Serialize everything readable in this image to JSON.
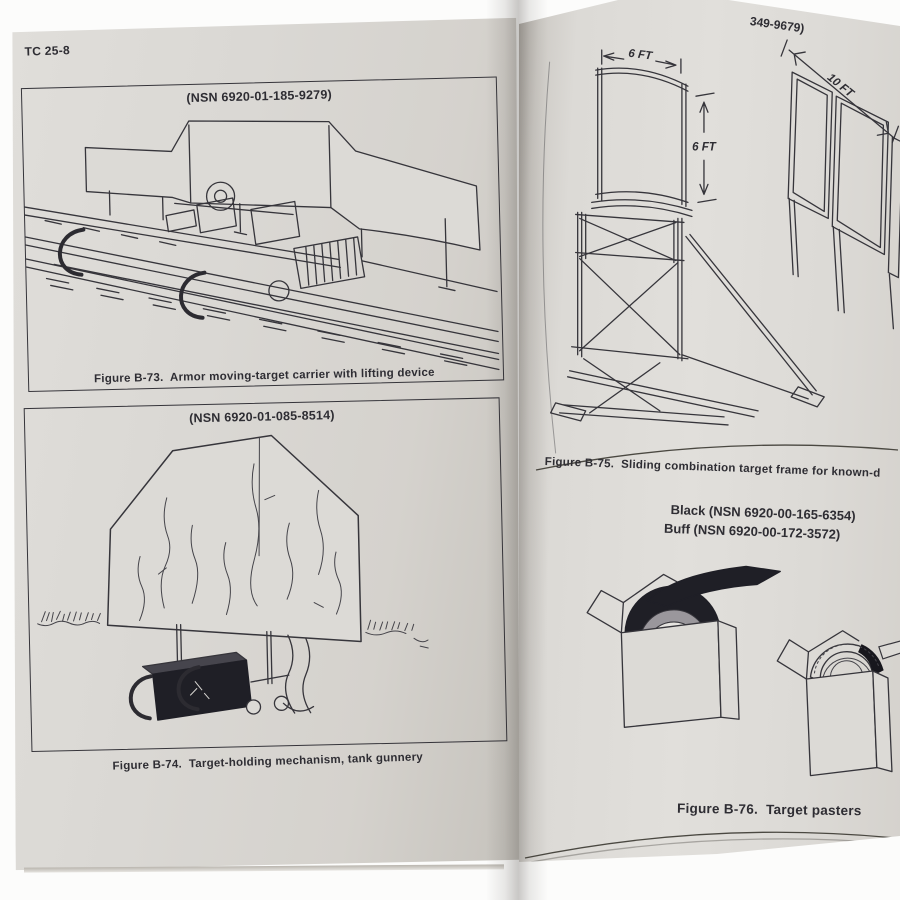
{
  "photo": {
    "background": "#fcfcfb",
    "left_page_color": "#d9d7d3",
    "right_page_color": "#dedcd8",
    "ink_color": "#36353b"
  },
  "left_page": {
    "header": "TC 25-8",
    "figure_b73": {
      "nsn": "(NSN 6920-01-185-9279)",
      "caption": "Figure B-73.  Armor moving-target carrier with lifting device"
    },
    "figure_b74": {
      "nsn": "(NSN 6920-01-085-8514)",
      "caption": "Figure B-74.  Target-holding mechanism, tank gunnery"
    }
  },
  "right_page": {
    "partial_nsn": "349-9679)",
    "figure_b75": {
      "dimensions": {
        "frame_width": "6 FT",
        "frame_height": "6 FT",
        "panel_width": "10 FT"
      },
      "caption": "Figure B-75.  Sliding combination target frame for known-d"
    },
    "figure_b76": {
      "color_options": [
        {
          "label": "Black (NSN 6920-00-165-6354)"
        },
        {
          "label": "Buff (NSN 6920-00-172-3572)"
        }
      ],
      "caption": "Figure B-76.  Target pasters"
    }
  }
}
